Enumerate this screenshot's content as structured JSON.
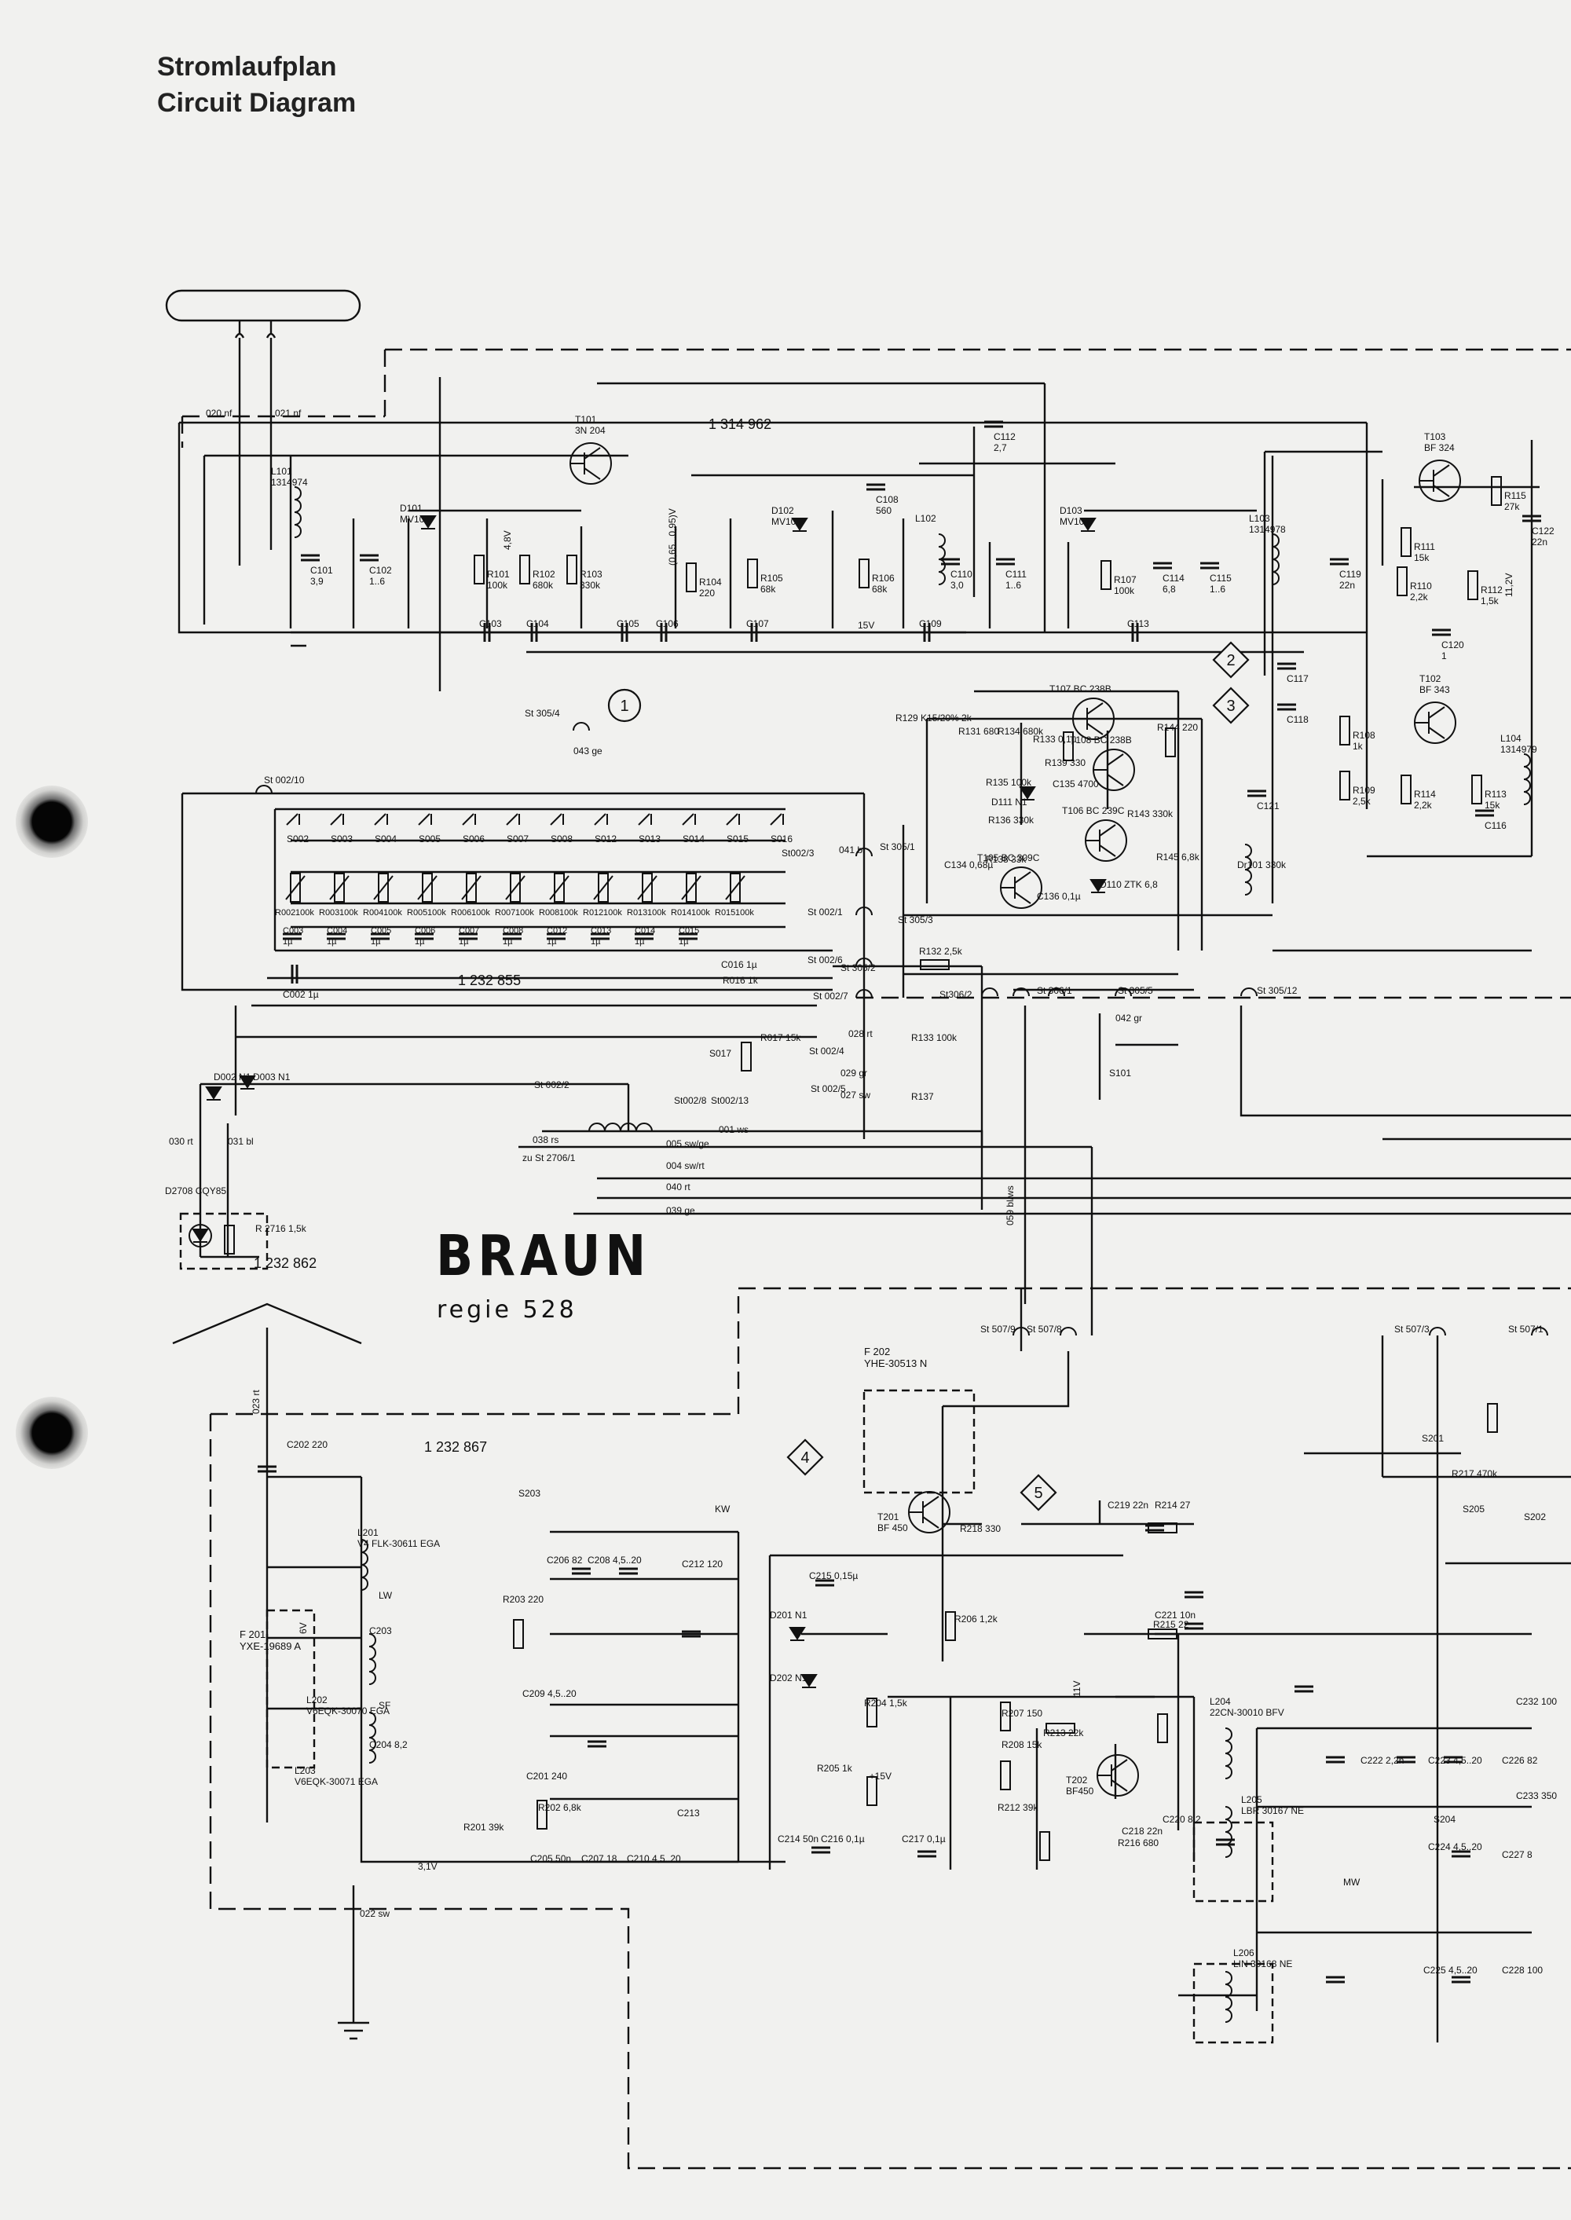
{
  "heading": {
    "title_de": "Stromlaufplan",
    "title_en": "Circuit Diagram"
  },
  "brand": {
    "logo": "BRAUN",
    "model": "regie 528"
  },
  "part_numbers": [
    "1 314 962",
    "1 232 855",
    "1 232 862",
    "1 232 867"
  ],
  "test_points": [
    "1",
    "2",
    "3",
    "4",
    "5"
  ],
  "fm_frontend": {
    "transistors": [
      "T101 3N 204",
      "T103 BF 324",
      "T102 BF 343"
    ],
    "diodes": [
      "D101 MV104",
      "D102 MV104",
      "D103 MV104"
    ],
    "coils": [
      "L101 1314974",
      "L102",
      "L103 1314978",
      "L104 1314979"
    ],
    "capacitors": [
      "C101 3,9",
      "C102 1..6",
      "C108 560",
      "C112 2,7",
      "C110 3,0",
      "C111 1..6",
      "C114 6,8",
      "C115 1..6",
      "C119 22n",
      "C120 1",
      "C122 22n",
      "C116",
      "C117",
      "C118",
      "C121"
    ],
    "resistors": [
      "R101 100k",
      "R102 680k",
      "R103 330k",
      "R104 220",
      "R105 68k",
      "R106 68k",
      "R107 100k",
      "R108 1k",
      "R109 2,5k",
      "R110 2,2k",
      "R111 15k",
      "R112 1,5k",
      "R113 15k",
      "R114 2,2k",
      "R115 27k"
    ],
    "bus_caps": [
      "C103",
      "C104",
      "C105",
      "C106",
      "C107",
      "C109",
      "C113"
    ],
    "wires": [
      "020 nf",
      "021 nf"
    ],
    "misc": [
      "Dr101 330k",
      "15V",
      "4,8V",
      "11,2V",
      "(0,65...0,95)V"
    ]
  },
  "afc_stage": {
    "transistors": [
      "T107 BC 238B",
      "T108 BC 238B",
      "T106 BC 239C",
      "T105 BC 309C"
    ],
    "parts": [
      "R129 K15/20% 2k",
      "R131 680",
      "R134 680k",
      "R133 0,1µ",
      "R139 330",
      "C135 4700",
      "R144 220",
      "R135 100k",
      "D111 N1",
      "R136 330k",
      "R138 33k",
      "R143 330k",
      "R145 6,8k",
      "C134 0,68µ",
      "C136 0,1µ",
      "D110 ZTK 6,8"
    ]
  },
  "preset_bank": {
    "switches": [
      "S002",
      "S003",
      "S004",
      "S005",
      "S006",
      "S007",
      "S008",
      "S012",
      "S013",
      "S014",
      "S015",
      "S016"
    ],
    "resistors": [
      "R002",
      "R003",
      "R004",
      "R005",
      "R006",
      "R007",
      "R008",
      "R012",
      "R013",
      "R014",
      "R015"
    ],
    "value_100k": "100k",
    "capacitors": [
      "C003 1µ",
      "C004 1µ",
      "C005 1µ",
      "C006 1µ",
      "C007 1µ",
      "C008 1µ",
      "C012 1µ",
      "C013 1µ",
      "C014 1µ",
      "C015 1µ"
    ],
    "extra": [
      "C002 1µ",
      "C016 1µ",
      "R016 1k",
      "R017 15k",
      "S017",
      "R132 2,5k",
      "R133 100k",
      "R137"
    ]
  },
  "connectors": [
    "St 002/10",
    "St 305/4",
    "043 ge",
    "St 305/1",
    "St002/3",
    "041 bl",
    "St 002/1",
    "St 305/3",
    "St 002/6",
    "St 305/2",
    "St306/2",
    "St 306/1",
    "St 305/5",
    "St 305/12",
    "042 gr",
    "S101",
    "St 002/7",
    "028 rt",
    "St 002/4",
    "St 002/5",
    "029 gr",
    "027 sw",
    "St 002/2",
    "St002/8",
    "St002/13",
    "001 ws",
    "038 rs",
    "zu St 2706/1",
    "005 sw/ge",
    "004 sw/rt",
    "040 rt",
    "039 ge",
    "030 rt",
    "031 bl",
    "D002 N1",
    "D003 N1",
    "D2708 CQY85",
    "R 2716 1,5k",
    "059 bl/ws",
    "St 507/9",
    "St 507/8",
    "St 507/3",
    "St 507/1",
    "023 rt",
    "022 sw"
  ],
  "am_section": {
    "transistors": [
      "T201 BF 450",
      "T202 BF450"
    ],
    "filters": [
      "F 202 YHE-30513 N",
      "F 201 YXE-19689 A"
    ],
    "coils": [
      "L201 V4 FLK-30611 EGA",
      "L202 V6EQK-30070 EGA",
      "L203 V6EQK-30071 EGA",
      "L204 22CN-30010 BFV",
      "L205 LBR 30167 NE",
      "L206 LIN 30168 NE"
    ],
    "parts": [
      "C202 220",
      "R218 330",
      "C219 22n",
      "R214 27",
      "C206 82",
      "C208 4,5..20",
      "C212 120",
      "R203 220",
      "C203",
      "C204 8,2",
      "C209 4,5..20",
      "C201 240",
      "R202 6,8k",
      "R201 39k",
      "C205 50n",
      "C207 18",
      "C210 4,5..20",
      "C213",
      "C215 0,15µ",
      "D201 N1",
      "D202 N1",
      "C214 50n",
      "C216 0,1µ",
      "R206 1,2k",
      "R204 1,5k",
      "R205 1k",
      "C217 0,1µ",
      "R207 150",
      "R208 15k",
      "R212 39k",
      "R213 22k",
      "R216 680",
      "C218 22n",
      "C220 8,2",
      "C221 10n",
      "R215 22",
      "C222 2,2n",
      "C223 4,5..20",
      "C224 4,5..20",
      "C225 4,5..20",
      "C226 82",
      "C227 8",
      "C228 100",
      "C232 100",
      "C233 350",
      "R217 470k",
      "S205",
      "S201",
      "S202",
      "S203",
      "S204",
      "KW",
      "MW",
      "LW",
      "SF",
      "3,1V",
      "6V",
      "11V",
      "+15V"
    ]
  }
}
